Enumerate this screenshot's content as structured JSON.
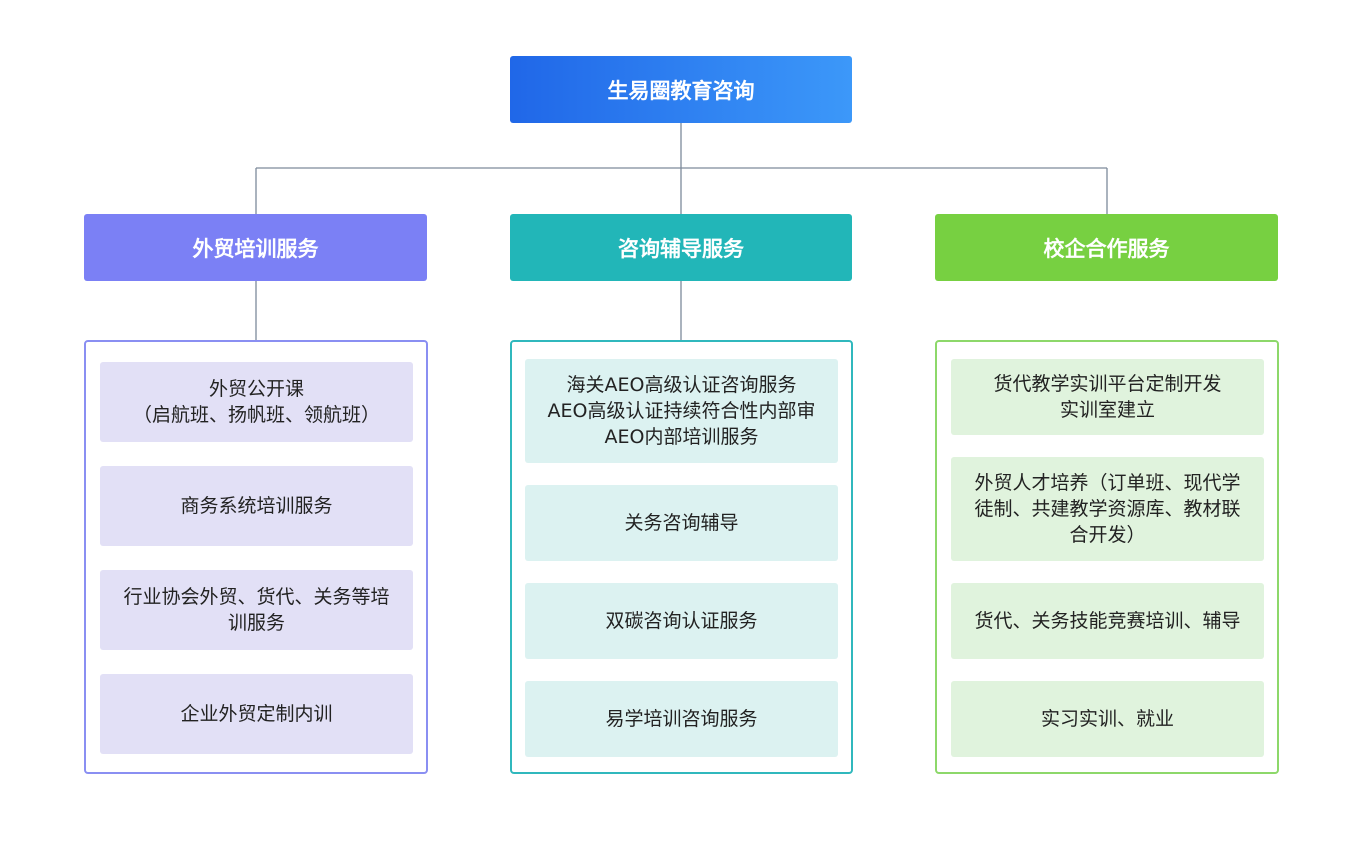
{
  "root": {
    "title": "生易圈教育咨询"
  },
  "categories": [
    {
      "title": "外贸培训服务",
      "color": "#7b80f5",
      "items": [
        "外贸公开课\n（启航班、扬帆班、领航班）",
        "商务系统培训服务",
        "行业协会外贸、货代、关务等培\n训服务",
        "企业外贸定制内训"
      ]
    },
    {
      "title": "咨询辅导服务",
      "color": "#22b6b8",
      "items": [
        "海关AEO高级认证咨询服务\nAEO高级认证持续符合性内部审\nAEO内部培训服务",
        "关务咨询辅导",
        "双碳咨询认证服务",
        "易学培训咨询服务"
      ]
    },
    {
      "title": "校企合作服务",
      "color": "#77d041",
      "items": [
        "货代教学实训平台定制开发\n实训室建立",
        "外贸人才培养（订单班、现代学\n徒制、共建教学资源库、教材联\n合开发）",
        "货代、关务技能竞赛培训、辅导",
        "实习实训、就业"
      ]
    }
  ]
}
